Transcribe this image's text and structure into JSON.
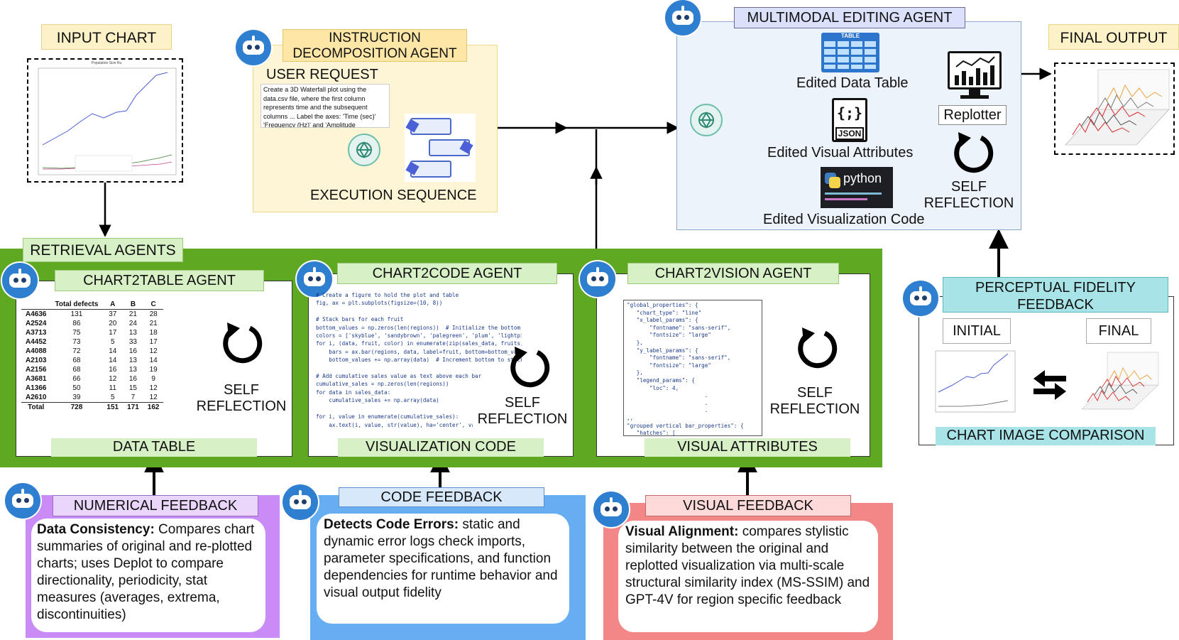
{
  "input_chart": {
    "label": "INPUT CHART",
    "mini_title": "Population Size Ru"
  },
  "instruction_agent": {
    "label": "INSTRUCTION DECOMPOSITION AGENT",
    "user_request_label": "USER REQUEST",
    "user_request_text": "Create a 3D Waterfall plot using the data.csv file, where the first column represents time and the subsequent columns ... Label the axes: 'Time (sec)' 'Frequency (Hz)' and 'Amplitude",
    "execution_label": "EXECUTION SEQUENCE"
  },
  "multimodal_agent": {
    "label": "MULTIMODAL EDITING AGENT",
    "table_icon_text": "TABLE",
    "edited_table": "Edited Data Table",
    "json_icon_text": "JSON",
    "json_glyph": "{;}",
    "edited_attrs": "Edited Visual Attributes",
    "python_text": "python",
    "edited_code": "Edited Visualization Code",
    "replotter": "Replotter",
    "self_reflection": "SELF REFLECTION"
  },
  "final_output": {
    "label": "FINAL OUTPUT"
  },
  "retrieval": {
    "label": "RETRIEVAL AGENTS",
    "chart2table": {
      "label": "CHART2TABLE AGENT",
      "footer": "DATA TABLE",
      "self_reflection": "SELF REFLECTION",
      "headers": [
        "",
        "Total defects",
        "A",
        "B",
        "C"
      ],
      "rows": [
        [
          "A4636",
          "131",
          "37",
          "21",
          "28"
        ],
        [
          "A2524",
          "86",
          "20",
          "24",
          "21"
        ],
        [
          "A3713",
          "75",
          "17",
          "13",
          "18"
        ],
        [
          "A4452",
          "73",
          "5",
          "33",
          "17"
        ],
        [
          "A4088",
          "72",
          "14",
          "16",
          "12"
        ],
        [
          "A2103",
          "68",
          "14",
          "13",
          "14"
        ],
        [
          "A2156",
          "68",
          "16",
          "13",
          "19"
        ],
        [
          "A3681",
          "66",
          "12",
          "16",
          "9"
        ],
        [
          "A1366",
          "50",
          "11",
          "15",
          "12"
        ],
        [
          "A2610",
          "39",
          "5",
          "7",
          "12"
        ]
      ],
      "total": [
        "Total",
        "728",
        "151",
        "171",
        "162"
      ]
    },
    "chart2code": {
      "label": "CHART2CODE AGENT",
      "footer": "VISUALIZATION CODE",
      "self_reflection": "SELF REFLECTION",
      "code": "# Create a figure to hold the plot and table\nfig, ax = plt.subplots(figsize=(10, 8))\n\n# Stack bars for each fruit\nbottom_values = np.zeros(len(regions))  # Initialize the bottom at zero\ncolors = ['skyblue', 'sandybrown', 'palegreen', 'plum', 'lightpink']\nfor i, (data, fruit, color) in enumerate(zip(sales_data, fruits, colors)):\n    bars = ax.bar(regions, data, label=fruit, bottom=bottom_values, color=color)\n    bottom_values += np.array(data)  # Increment bottom to stack the next bar\n\n# Add cumulative sales value as text above each bar\ncumulative_sales = np.zeros(len(regions))\nfor data in sales_data:\n    cumulative_sales += np.array(data)\n\nfor i, value in enumerate(cumulative_sales):\n    ax.text(i, value, str(value), ha='center', va='bottom')\n\n# Include a table below the chart\ntable = plt.table(cellText=cell_text,\n                  rowLabels=fruits,\n                  rowColours=colors,\n                  colLabels=regions,"
    },
    "chart2vision": {
      "label": "CHART2VISION AGENT",
      "footer": "VISUAL ATTRIBUTES",
      "self_reflection": "SELF REFLECTION",
      "json_text": "\"global_properties\": {\n   \"chart_type\": \"line\"\n   \"x_label_params\": {\n       \"fontname\": \"sans-serif\",\n       \"fontsize\": \"large\"\n   },\n   \"y_label_params\": {\n       \"fontname\": \"sans-serif\",\n       \"fontsize\": \"large\"\n   },\n   \"legend_params\": {\n       \"loc\": 4,\n                        .\n                        .\n                        .\n,,\n\"grouped vertical bar_properties\": {\n   \"hatches\": ["
    }
  },
  "perceptual": {
    "label": "PERCEPTUAL FIDELITY FEEDBACK",
    "initial": "INITIAL",
    "final": "FINAL",
    "footer": "CHART IMAGE COMPARISON"
  },
  "numerical": {
    "label": "NUMERICAL FEEDBACK",
    "bold": "Data Consistency:",
    "text": " Compares chart summaries of original and re-plotted charts; uses Deplot to compare directionality, periodicity, stat measures (averages, extrema, discontinuities)"
  },
  "code_feedback": {
    "label": "CODE FEEDBACK",
    "bold": "Detects Code Errors:",
    "text": " static and dynamic error logs check imports, parameter specifications, and function dependencies for runtime behavior and visual output fidelity"
  },
  "visual_feedback": {
    "label": "VISUAL FEEDBACK",
    "bold": "Visual Alignment:",
    "text": " compares stylistic similarity between the original and replotted visualization via multi-scale structural similarity index (MS-SSIM) and GPT-4V for region specific feedback"
  },
  "colors": {
    "green_band": "#5ea822",
    "green_label": "#d7f0c6",
    "yellow": "#fdf1c8",
    "blue_panel": "#edf3fb",
    "purple": "#c98bf5",
    "blue_fb": "#66adf2",
    "red_fb": "#f38787",
    "teal": "#a8e3e8"
  }
}
